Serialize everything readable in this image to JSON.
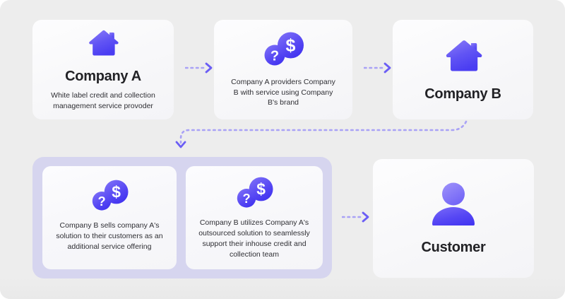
{
  "diagram": {
    "title": "Company A / Company B white label service flow",
    "background_color": "#ededed",
    "accent_color": "#6b5ef5",
    "panel_color": "#d6d5ef",
    "card_color": "#f8f8fa"
  },
  "top_row": [
    {
      "id": "company-a",
      "icon": "house-icon",
      "title": "Company A",
      "description": "White label credit and collection management service provoder"
    },
    {
      "id": "service-provision",
      "icon": "coins-icon",
      "title": "",
      "description": "Company A providers Company B with service using Company B's brand"
    },
    {
      "id": "company-b",
      "icon": "house-icon",
      "title": "Company B",
      "description": ""
    }
  ],
  "bottom_row": [
    {
      "id": "company-b-resell",
      "icon": "coins-icon",
      "title": "",
      "description": "Company B sells company A's solution to their customers as an additional service offering"
    },
    {
      "id": "company-b-inhouse",
      "icon": "coins-icon",
      "title": "",
      "description": "Company B utilizes Company A's outsourced solution to seamlessly support their inhouse credit and collection team"
    },
    {
      "id": "customer",
      "icon": "person-icon",
      "title": "Customer",
      "description": ""
    }
  ],
  "connectors": [
    {
      "id": "arrow-a-to-service",
      "style": "dashed",
      "direction": "right"
    },
    {
      "id": "arrow-service-to-b",
      "style": "dashed",
      "direction": "right"
    },
    {
      "id": "arrow-b-to-group",
      "style": "dashed",
      "direction": "down"
    },
    {
      "id": "arrow-group-to-customer",
      "style": "dashed",
      "direction": "right"
    }
  ],
  "icons": {
    "house": "house-icon",
    "coins": "coins-icon",
    "dollar": "dollar-coin-icon",
    "question": "question-coin-icon",
    "person": "person-icon",
    "arrow": "arrow-right-icon",
    "arrow_down": "arrow-down-icon"
  }
}
